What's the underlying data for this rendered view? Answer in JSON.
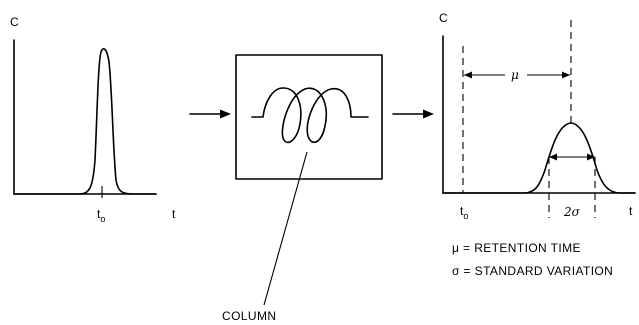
{
  "input_plot": {
    "y_axis_label": "C",
    "x_axis_label": "t",
    "t0_label": "t",
    "t0_subscript": "o"
  },
  "column_block": {
    "label": "COLUMN"
  },
  "output_plot": {
    "y_axis_label": "C",
    "x_axis_label": "t",
    "t0_label": "t",
    "t0_subscript": "o",
    "mu_symbol": "μ",
    "sigma_label": "2σ"
  },
  "legend": {
    "mu_line": "μ = RETENTION TIME",
    "sigma_line": "σ = STANDARD VARIATION"
  },
  "colors": {
    "ink": "#000000",
    "background": "#ffffff"
  }
}
